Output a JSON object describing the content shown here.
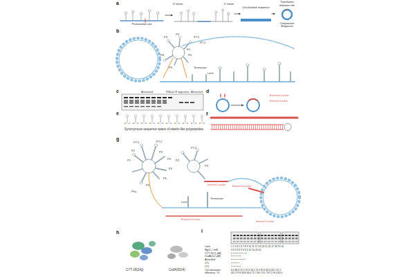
{
  "diagram": {
    "nodes": [
      {
        "text": [
          "Permutation site"
        ]
      },
      {
        "text": [
          "3' intron",
          "5' intron"
        ]
      },
      {
        "text": [
          "Circularized sequence"
        ]
      },
      {
        "text": [
          "Translation initiation site",
          "Conjunction Sequence"
        ]
      }
    ],
    "edges": [
      {
        "from": 0,
        "to": 1,
        "arrow": "to"
      },
      {
        "from": 1,
        "to": 2,
        "arrow": "to"
      },
      {
        "from": 2,
        "to": 3,
        "arrow": "to"
      }
    ],
    "labels": [
      "a",
      "b",
      "c",
      "d",
      "e",
      "f",
      "g",
      "h",
      "i",
      "P7.1",
      "P7.2",
      "P3",
      "P4",
      "P5",
      "P6",
      "P8",
      "P9",
      "Terminator",
      "Lock",
      "Annealed",
      "RNase R digestion",
      "Annealed",
      "External Locker",
      "Internal Locker",
      "Synonymous sequence space of elastin-like polypeptides",
      "P1",
      "P2",
      "P7.1",
      "P7.2",
      "P3",
      "P4",
      "P5",
      "P6",
      "P9",
      "P9a",
      "P2",
      "P3",
      "P7.2",
      "Internal Locker",
      "External Locker",
      "Terminator",
      "Lock",
      "External Locker",
      "Internal Locker",
      "CYT-18(2rkj)",
      "CsdA(5GI4)",
      "Lane",
      "1 2 3 4 5 6 7 8 9 10 11 12 13 14 15 16 17 18 19 20",
      "MgCl₂ / mM",
      "3 3 3 3 3 3 3 3 3 10 10 20 20",
      "CYT-18 (1 μM)",
      "• • • • • • • • • • •",
      "CsdA (0.2 μM)",
      "• • • • • • •",
      "Annealed",
      "• • • • • • • • • •",
      "LT1",
      "• • • • • •",
      "LT2",
      "• • • • • • •",
      "Circularization",
      "6.0 86.3 22.5 11.6 16.1 11.5 82.6 62.4 63.1 57.2",
      "efficiency / %",
      "40.5 97.6 58.6 64.6 71.7 64.1 91.7 87.1 90.4 82.0"
    ]
  }
}
